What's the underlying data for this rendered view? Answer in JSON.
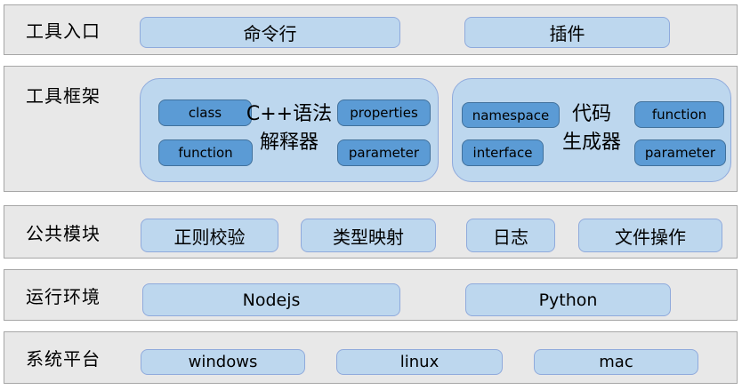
{
  "colors": {
    "row_background": "#e8e8e8",
    "row_border": "#a6a6a6",
    "pill_fill": "#bdd7ee",
    "pill_border": "#8faadc",
    "chip_fill": "#5b9bd5",
    "chip_border": "#41719c",
    "text": "#000000"
  },
  "rows": [
    {
      "label": "工具入口",
      "items": [
        "命令行",
        "插件"
      ]
    },
    {
      "label": "工具框架",
      "groups": [
        {
          "title_lines": [
            "C++语法",
            "解释器"
          ],
          "left_items": [
            "class",
            "function"
          ],
          "right_items": [
            "properties",
            "parameter"
          ]
        },
        {
          "title_lines": [
            "代码",
            "生成器"
          ],
          "left_items": [
            "namespace",
            "interface"
          ],
          "right_items": [
            "function",
            "parameter"
          ]
        }
      ]
    },
    {
      "label": "公共模块",
      "items": [
        "正则校验",
        "类型映射",
        "日志",
        "文件操作"
      ]
    },
    {
      "label": "运行环境",
      "items": [
        "Nodejs",
        "Python"
      ]
    },
    {
      "label": "系统平台",
      "items": [
        "windows",
        "linux",
        "mac"
      ]
    }
  ]
}
